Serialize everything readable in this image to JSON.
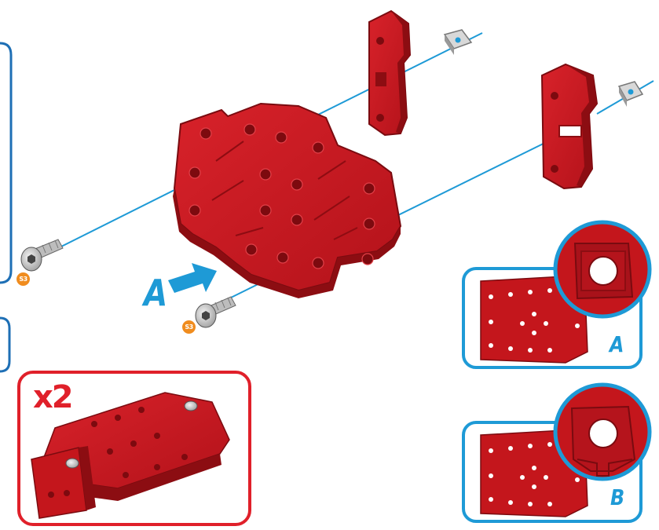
{
  "labels": {
    "direction_arrow": "A",
    "detail_top": "A",
    "detail_bottom": "B",
    "quantity": "x2"
  },
  "parts": {
    "screw_left": "S3",
    "screw_center": "S3"
  },
  "colors": {
    "part_red": "#c4161c",
    "part_dark": "#8c0d12",
    "guide_blue": "#1e9ad6",
    "frame_red": "#e0202a",
    "badge_orange": "#f08c1e"
  }
}
